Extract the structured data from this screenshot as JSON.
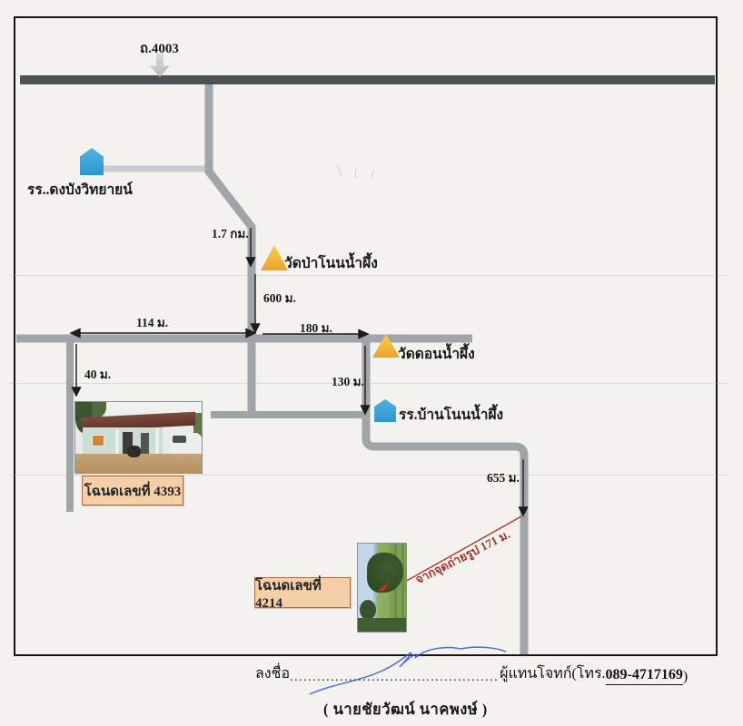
{
  "map": {
    "highway": {
      "label": "ถ.4003"
    },
    "landmarks": {
      "school_dongbang": "รร..ดงบังวิทยายน์",
      "temple_pa_non_namphueng": "วัดป่าโนนน้ำผึ้ง",
      "temple_don_namphueng": "วัดดอนน้ำผึ้ง",
      "school_ban_non_namphueng": "รร.บ้านโนนน้ำผึ้ง"
    },
    "distances": {
      "highway_to_temple1": "1.7 กม.",
      "temple1_to_junction": "600 ม.",
      "junction_west": "114  ม.",
      "junction_east": "180 ม.",
      "west_branch": "40 ม.",
      "east_branch": "130 ม.",
      "south_leg": "655 ม."
    },
    "deeds": {
      "deed1": "โฉนดเลขที่ 4393",
      "deed2": "โฉนดเลขที่ 4214"
    },
    "photo_note": "จากจุดถ่ายรูป 171 ม."
  },
  "footer": {
    "sign_label": "ลงชื่อ",
    "dotted_line": "............................................................................",
    "representative": "ผู้แทนโจทก์(โทร.",
    "phone": "089-4717169",
    "paren_close": ")",
    "signer_name": "( นายชัยวัฒน์  นาคพงษ์ )"
  },
  "colors": {
    "highway": "#4d5255",
    "road": "#a0a5aa",
    "road_light": "#c7ccd1",
    "school_icon_blue": "#38a3da",
    "temple_icon_yellow": "#f6c63d",
    "deed_box_bg": "#f5cfa8",
    "deed_box_border": "#aa6c49",
    "note_red": "#a2342e",
    "signature_blue": "#3f63cc"
  }
}
